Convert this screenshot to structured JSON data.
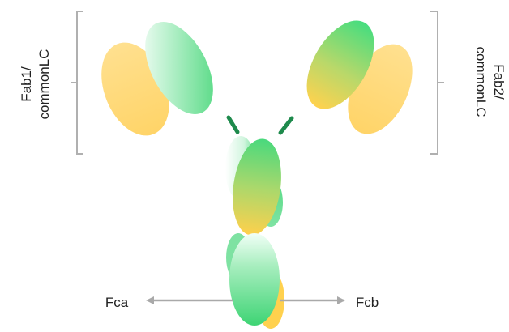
{
  "labels": {
    "left_fab": [
      "Fab1/",
      "commonLC"
    ],
    "right_fab": [
      "Fab2/",
      "commonLC"
    ],
    "fc_left": "Fca",
    "fc_right": "Fcb"
  },
  "colors": {
    "yellow": "#ffd97a",
    "yellow_strong": "#ffd04a",
    "green": "#4fd97c",
    "green_light": "#e6fbef",
    "hinge": "#1e8a4c",
    "bracket": "#b0b0b0",
    "arrow": "#a9a9a9",
    "text": "#222222"
  }
}
